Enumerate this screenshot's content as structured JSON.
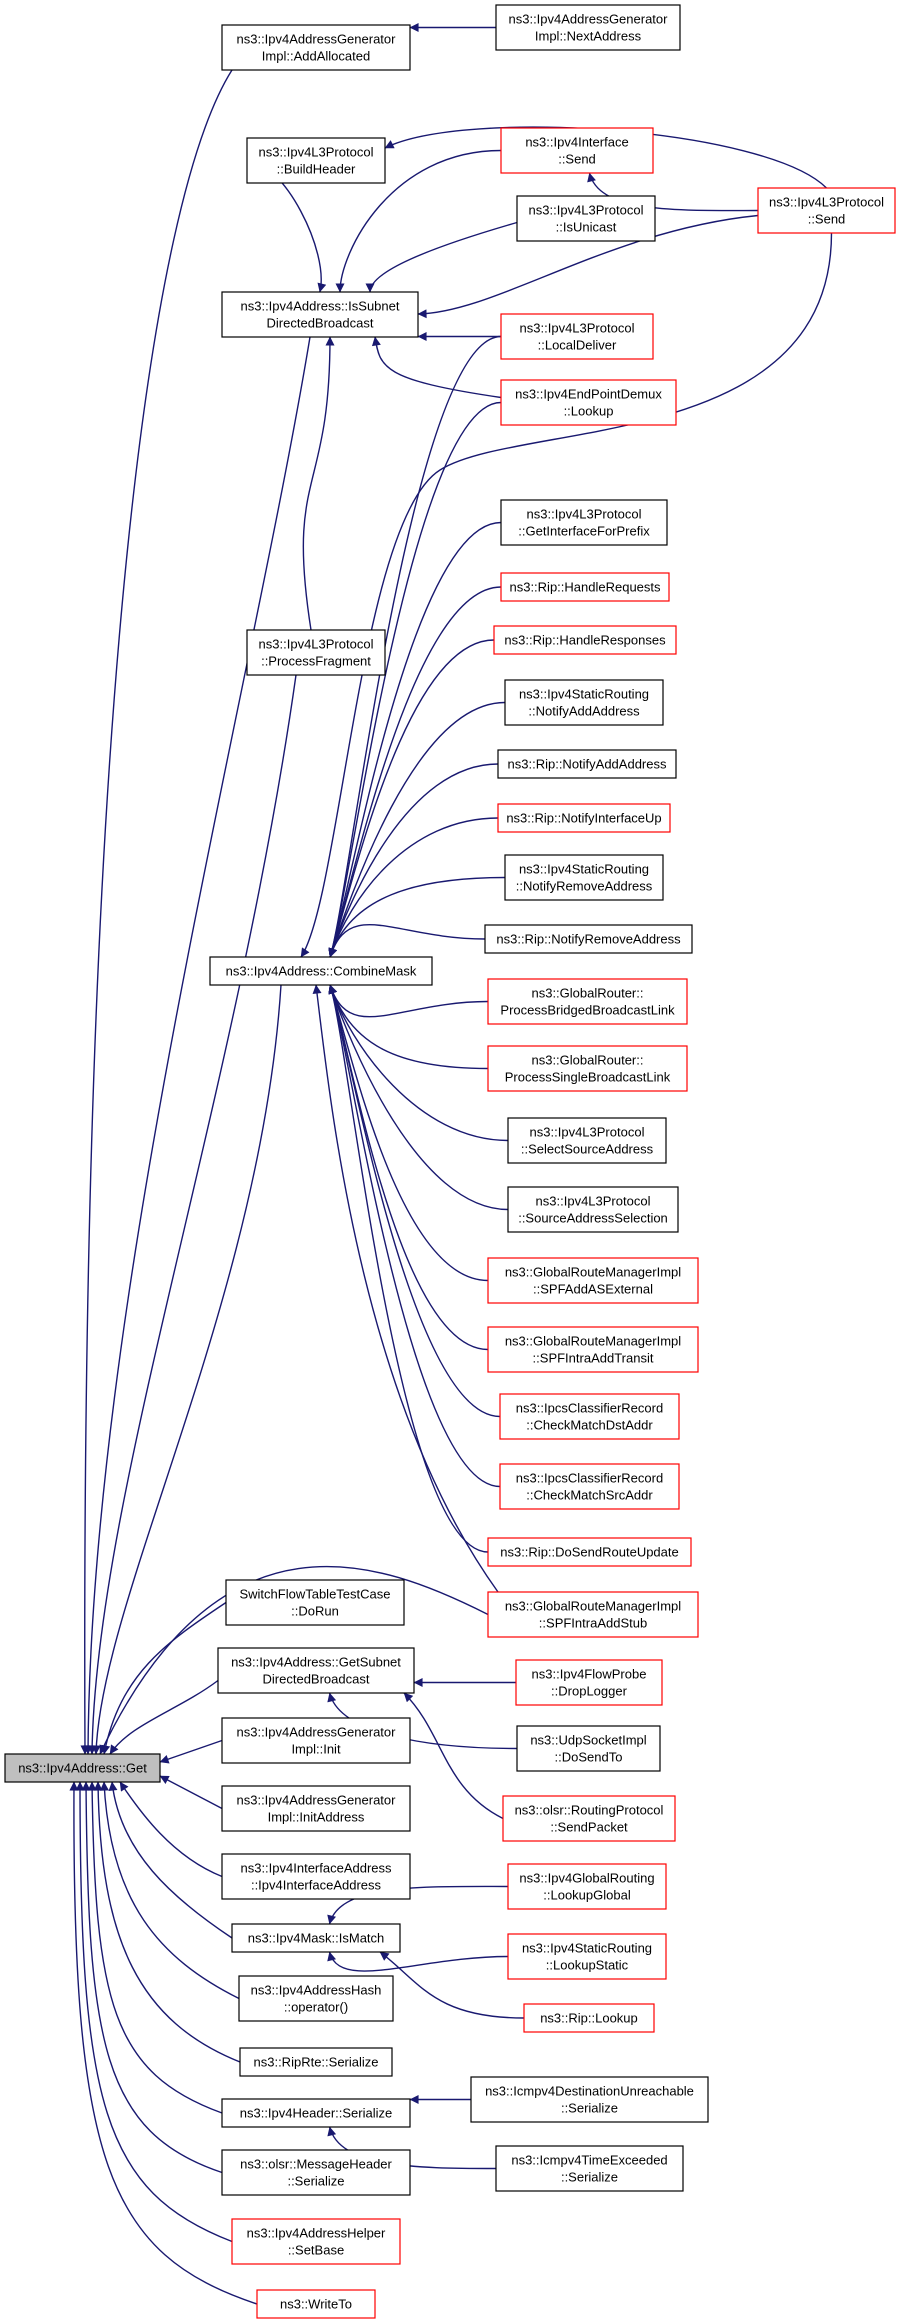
{
  "colors": {
    "edge": "#191970",
    "red_border": "#ff0000",
    "black_border": "#000000",
    "root_fill": "#bfbfbf"
  },
  "nodes": {
    "get": {
      "lines": [
        "ns3::Ipv4Address::Get"
      ],
      "style": "root"
    },
    "addAllocated": {
      "lines": [
        "ns3::Ipv4AddressGenerator",
        "Impl::AddAllocated"
      ],
      "style": "black"
    },
    "nextAddress": {
      "lines": [
        "ns3::Ipv4AddressGenerator",
        "Impl::NextAddress"
      ],
      "style": "black"
    },
    "buildHeader": {
      "lines": [
        "ns3::Ipv4L3Protocol",
        "::BuildHeader"
      ],
      "style": "black"
    },
    "ifaceSend": {
      "lines": [
        "ns3::Ipv4Interface",
        "::Send"
      ],
      "style": "red"
    },
    "l3Send": {
      "lines": [
        "ns3::Ipv4L3Protocol",
        "::Send"
      ],
      "style": "red"
    },
    "isUnicast": {
      "lines": [
        "ns3::Ipv4L3Protocol",
        "::IsUnicast"
      ],
      "style": "black"
    },
    "isSubnet": {
      "lines": [
        "ns3::Ipv4Address::IsSubnet",
        "DirectedBroadcast"
      ],
      "style": "black"
    },
    "localDeliver": {
      "lines": [
        "ns3::Ipv4L3Protocol",
        "::LocalDeliver"
      ],
      "style": "red"
    },
    "epLookup": {
      "lines": [
        "ns3::Ipv4EndPointDemux",
        "::Lookup"
      ],
      "style": "red"
    },
    "getIfPrefix": {
      "lines": [
        "ns3::Ipv4L3Protocol",
        "::GetInterfaceForPrefix"
      ],
      "style": "black"
    },
    "handleReq": {
      "lines": [
        "ns3::Rip::HandleRequests"
      ],
      "style": "red"
    },
    "handleResp": {
      "lines": [
        "ns3::Rip::HandleResponses"
      ],
      "style": "red"
    },
    "processFrag": {
      "lines": [
        "ns3::Ipv4L3Protocol",
        "::ProcessFragment"
      ],
      "style": "black"
    },
    "staticNotifyAdd": {
      "lines": [
        "ns3::Ipv4StaticRouting",
        "::NotifyAddAddress"
      ],
      "style": "black"
    },
    "ripNotifyAdd": {
      "lines": [
        "ns3::Rip::NotifyAddAddress"
      ],
      "style": "black"
    },
    "ripNotifyIfUp": {
      "lines": [
        "ns3::Rip::NotifyInterfaceUp"
      ],
      "style": "red"
    },
    "staticNotifyRemove": {
      "lines": [
        "ns3::Ipv4StaticRouting",
        "::NotifyRemoveAddress"
      ],
      "style": "black"
    },
    "ripNotifyRemove": {
      "lines": [
        "ns3::Rip::NotifyRemoveAddress"
      ],
      "style": "black"
    },
    "combineMask": {
      "lines": [
        "ns3::Ipv4Address::CombineMask"
      ],
      "style": "black"
    },
    "bridged": {
      "lines": [
        "ns3::GlobalRouter::",
        "ProcessBridgedBroadcastLink"
      ],
      "style": "red"
    },
    "single": {
      "lines": [
        "ns3::GlobalRouter::",
        "ProcessSingleBroadcastLink"
      ],
      "style": "red"
    },
    "selectSrc": {
      "lines": [
        "ns3::Ipv4L3Protocol",
        "::SelectSourceAddress"
      ],
      "style": "black"
    },
    "srcSelection": {
      "lines": [
        "ns3::Ipv4L3Protocol",
        "::SourceAddressSelection"
      ],
      "style": "black"
    },
    "spfAS": {
      "lines": [
        "ns3::GlobalRouteManagerImpl",
        "::SPFAddASExternal"
      ],
      "style": "red"
    },
    "spfTransit": {
      "lines": [
        "ns3::GlobalRouteManagerImpl",
        "::SPFIntraAddTransit"
      ],
      "style": "red"
    },
    "matchDst": {
      "lines": [
        "ns3::IpcsClassifierRecord",
        "::CheckMatchDstAddr"
      ],
      "style": "red"
    },
    "matchSrc": {
      "lines": [
        "ns3::IpcsClassifierRecord",
        "::CheckMatchSrcAddr"
      ],
      "style": "red"
    },
    "doSendRoute": {
      "lines": [
        "ns3::Rip::DoSendRouteUpdate"
      ],
      "style": "red"
    },
    "switchFlow": {
      "lines": [
        "SwitchFlowTableTestCase",
        "::DoRun"
      ],
      "style": "black"
    },
    "spfStub": {
      "lines": [
        "ns3::GlobalRouteManagerImpl",
        "::SPFIntraAddStub"
      ],
      "style": "red"
    },
    "getSubnet": {
      "lines": [
        "ns3::Ipv4Address::GetSubnet",
        "DirectedBroadcast"
      ],
      "style": "black"
    },
    "dropLogger": {
      "lines": [
        "ns3::Ipv4FlowProbe",
        "::DropLogger"
      ],
      "style": "red"
    },
    "udpSend": {
      "lines": [
        "ns3::UdpSocketImpl",
        "::DoSendTo"
      ],
      "style": "black"
    },
    "olsrSend": {
      "lines": [
        "ns3::olsr::RoutingProtocol",
        "::SendPacket"
      ],
      "style": "red"
    },
    "genInit": {
      "lines": [
        "ns3::Ipv4AddressGenerator",
        "Impl::Init"
      ],
      "style": "black"
    },
    "genInitAddr": {
      "lines": [
        "ns3::Ipv4AddressGenerator",
        "Impl::InitAddress"
      ],
      "style": "black"
    },
    "ifaceAddr": {
      "lines": [
        "ns3::Ipv4InterfaceAddress",
        "::Ipv4InterfaceAddress"
      ],
      "style": "black"
    },
    "globalLookup": {
      "lines": [
        "ns3::Ipv4GlobalRouting",
        "::LookupGlobal"
      ],
      "style": "red"
    },
    "isMatch": {
      "lines": [
        "ns3::Ipv4Mask::IsMatch"
      ],
      "style": "black"
    },
    "staticLookup": {
      "lines": [
        "ns3::Ipv4StaticRouting",
        "::LookupStatic"
      ],
      "style": "red"
    },
    "hashOp": {
      "lines": [
        "ns3::Ipv4AddressHash",
        "::operator()"
      ],
      "style": "black"
    },
    "ripLookup": {
      "lines": [
        "ns3::Rip::Lookup"
      ],
      "style": "red"
    },
    "ripRte": {
      "lines": [
        "ns3::RipRte::Serialize"
      ],
      "style": "black"
    },
    "destUnreach": {
      "lines": [
        "ns3::Icmpv4DestinationUnreachable",
        "::Serialize"
      ],
      "style": "black"
    },
    "hdrSerialize": {
      "lines": [
        "ns3::Ipv4Header::Serialize"
      ],
      "style": "black"
    },
    "timeExceeded": {
      "lines": [
        "ns3::Icmpv4TimeExceeded",
        "::Serialize"
      ],
      "style": "black"
    },
    "olsrMsg": {
      "lines": [
        "ns3::olsr::MessageHeader",
        "::Serialize"
      ],
      "style": "black"
    },
    "setBase": {
      "lines": [
        "ns3::Ipv4AddressHelper",
        "::SetBase"
      ],
      "style": "red"
    },
    "writeTo": {
      "lines": [
        "ns3::WriteTo"
      ],
      "style": "red"
    }
  },
  "edges": [
    [
      "nextAddress",
      "addAllocated"
    ],
    [
      "addAllocated",
      "get"
    ],
    [
      "l3Send",
      "buildHeader"
    ],
    [
      "buildHeader",
      "isSubnet"
    ],
    [
      "l3Send",
      "ifaceSend"
    ],
    [
      "ifaceSend",
      "isSubnet"
    ],
    [
      "isUnicast",
      "isSubnet"
    ],
    [
      "l3Send",
      "isSubnet"
    ],
    [
      "localDeliver",
      "isSubnet"
    ],
    [
      "epLookup",
      "isSubnet"
    ],
    [
      "processFrag",
      "isSubnet"
    ],
    [
      "isSubnet",
      "get"
    ],
    [
      "processFrag",
      "get"
    ],
    [
      "localDeliver",
      "combineMask"
    ],
    [
      "epLookup",
      "combineMask"
    ],
    [
      "l3Send",
      "combineMask"
    ],
    [
      "getIfPrefix",
      "combineMask"
    ],
    [
      "handleReq",
      "combineMask"
    ],
    [
      "handleResp",
      "combineMask"
    ],
    [
      "staticNotifyAdd",
      "combineMask"
    ],
    [
      "ripNotifyAdd",
      "combineMask"
    ],
    [
      "ripNotifyIfUp",
      "combineMask"
    ],
    [
      "staticNotifyRemove",
      "combineMask"
    ],
    [
      "ripNotifyRemove",
      "combineMask"
    ],
    [
      "bridged",
      "combineMask"
    ],
    [
      "single",
      "combineMask"
    ],
    [
      "selectSrc",
      "combineMask"
    ],
    [
      "srcSelection",
      "combineMask"
    ],
    [
      "spfAS",
      "combineMask"
    ],
    [
      "spfTransit",
      "combineMask"
    ],
    [
      "matchDst",
      "combineMask"
    ],
    [
      "matchSrc",
      "combineMask"
    ],
    [
      "doSendRoute",
      "combineMask"
    ],
    [
      "spfStub",
      "combineMask"
    ],
    [
      "combineMask",
      "get"
    ],
    [
      "switchFlow",
      "get"
    ],
    [
      "spfStub",
      "get"
    ],
    [
      "dropLogger",
      "getSubnet"
    ],
    [
      "udpSend",
      "getSubnet"
    ],
    [
      "olsrSend",
      "getSubnet"
    ],
    [
      "getSubnet",
      "get"
    ],
    [
      "genInit",
      "get"
    ],
    [
      "genInitAddr",
      "get"
    ],
    [
      "ifaceAddr",
      "get"
    ],
    [
      "globalLookup",
      "isMatch"
    ],
    [
      "staticLookup",
      "isMatch"
    ],
    [
      "ripLookup",
      "isMatch"
    ],
    [
      "isMatch",
      "get"
    ],
    [
      "hashOp",
      "get"
    ],
    [
      "ripRte",
      "get"
    ],
    [
      "destUnreach",
      "hdrSerialize"
    ],
    [
      "timeExceeded",
      "hdrSerialize"
    ],
    [
      "hdrSerialize",
      "get"
    ],
    [
      "olsrMsg",
      "get"
    ],
    [
      "setBase",
      "get"
    ],
    [
      "writeTo",
      "get"
    ]
  ]
}
